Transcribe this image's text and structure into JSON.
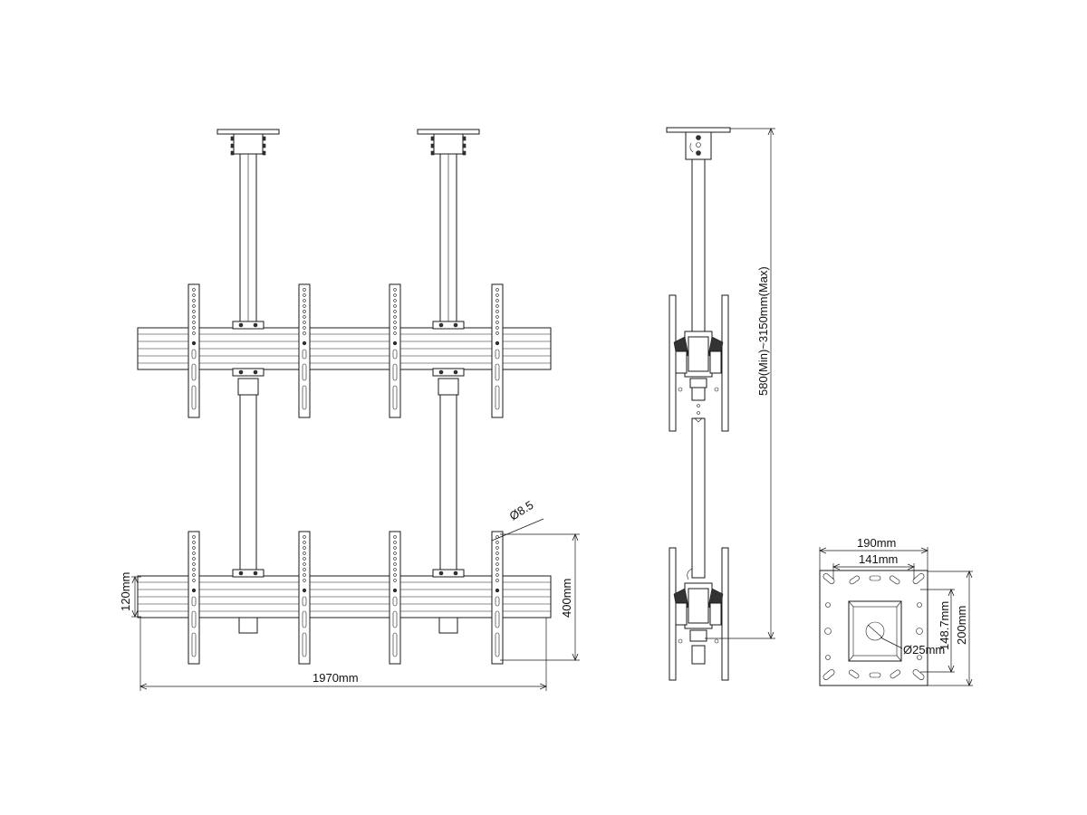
{
  "dimensions": {
    "total_width": "1970mm",
    "beam_height": "120mm",
    "vesa_height": "400mm",
    "hole_diameter": "Ø8.5",
    "height_range": "580(Min)~3150mm(Max)",
    "plate_width": "190mm",
    "plate_hole_spacing": "141mm",
    "plate_vertical_spacing": "148.7mm",
    "plate_height": "200mm",
    "center_hole": "Ø25mm"
  }
}
